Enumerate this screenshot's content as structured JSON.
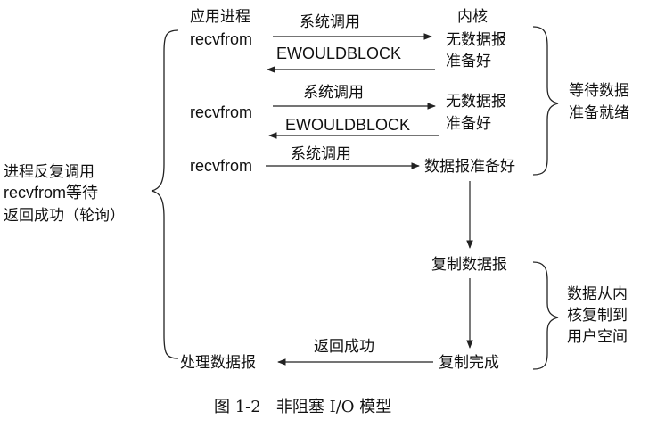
{
  "labels": {
    "app_process": "应用进程",
    "kernel": "内核",
    "recvfrom": "recvfrom",
    "syscall": "系统调用",
    "ewouldblock": "EWOULDBLOCK",
    "no_datagram": "无数据报",
    "not_ready": "准备好",
    "datagram_ready": "数据报准备好",
    "copy_datagram": "复制数据报",
    "copy_done": "复制完成",
    "return_success": "返回成功",
    "process_datagram": "处理数据报"
  },
  "left_note": {
    "line1": "进程反复调用",
    "line2": "recvfrom等待",
    "line3": "返回成功（轮询）"
  },
  "right_notes": {
    "wait_line1": "等待数据",
    "wait_line2": "准备就绪",
    "copy_line1": "数据从内",
    "copy_line2": "核复制到",
    "copy_line3": "用户空间"
  },
  "caption": "图 1-2   非阻塞 I/O 模型"
}
